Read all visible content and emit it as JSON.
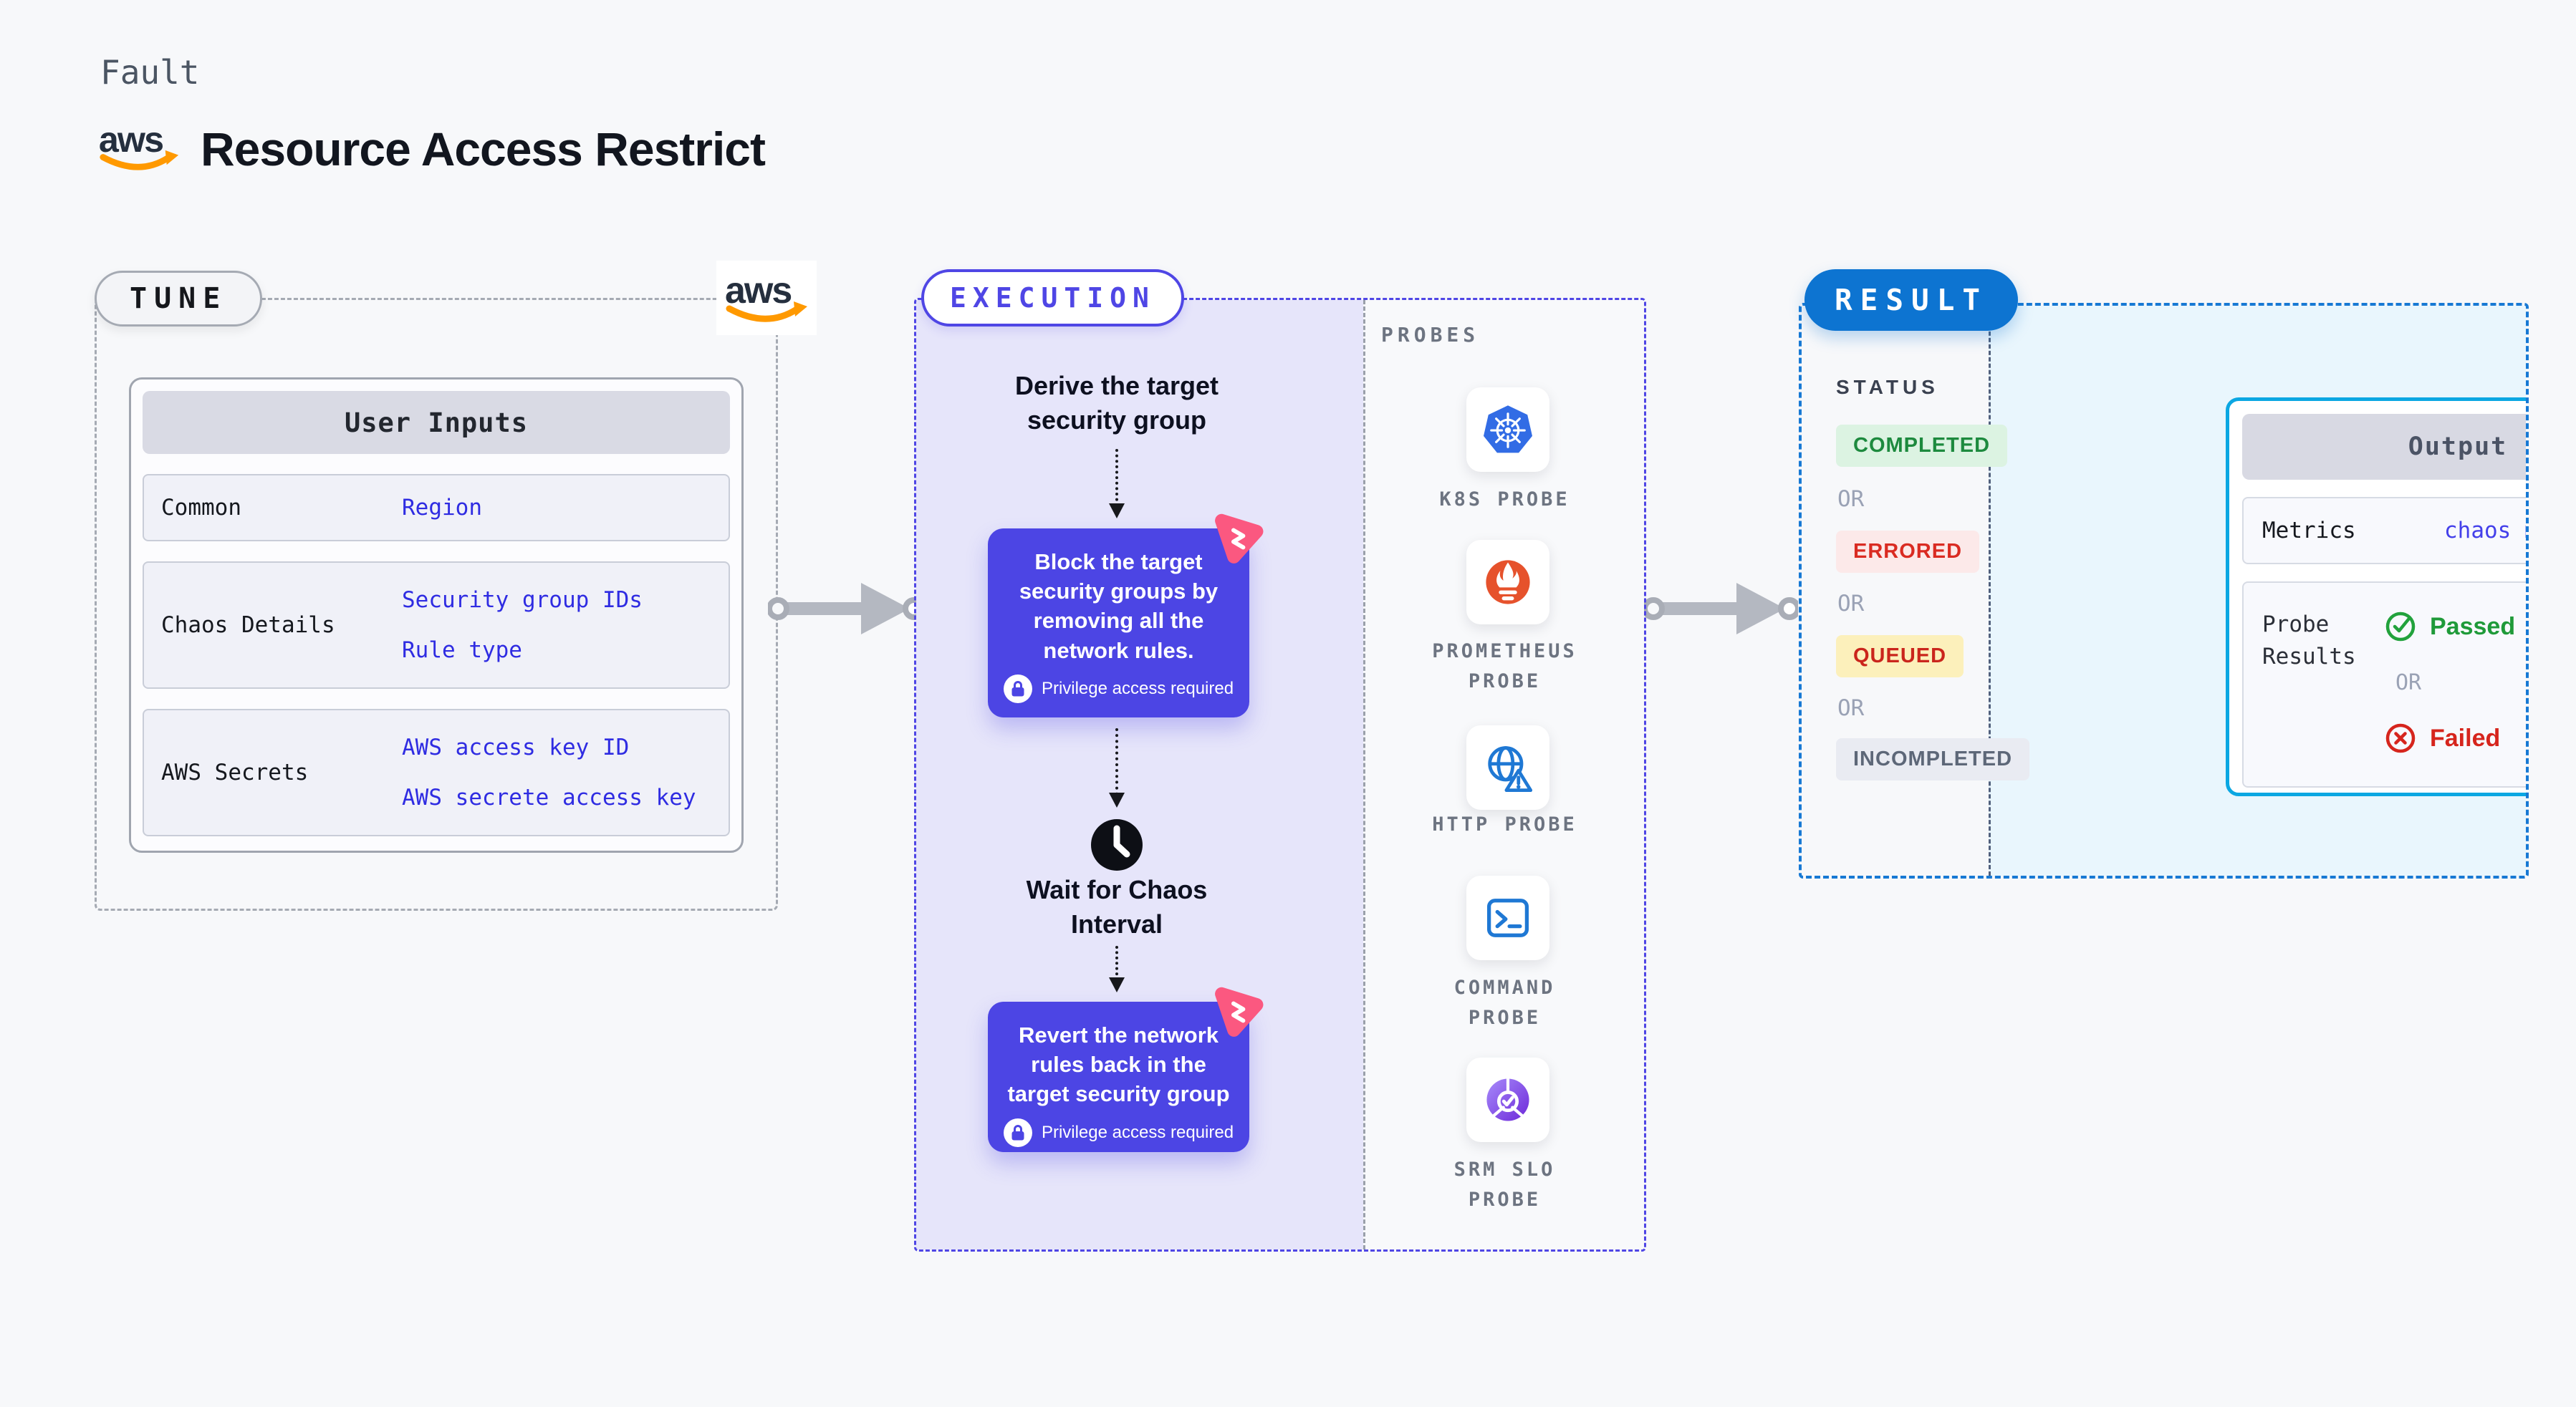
{
  "header": {
    "fault_label": "Fault",
    "title": "Resource Access Restrict"
  },
  "logos": {
    "aws_word": "aws"
  },
  "tune": {
    "badge": "TUNE",
    "table": {
      "header": "User Inputs",
      "rows": [
        {
          "label": "Common",
          "values": [
            "Region"
          ]
        },
        {
          "label": "Chaos Details",
          "values": [
            "Security group IDs",
            "Rule type"
          ]
        },
        {
          "label": "AWS Secrets",
          "values": [
            "AWS access key ID",
            "AWS secrete access key"
          ]
        }
      ]
    }
  },
  "execution": {
    "badge": "EXECUTION",
    "flow": {
      "derive": "Derive the target\nsecurity group",
      "block": "Block the target\nsecurity groups by\nremoving all the\nnetwork rules.",
      "privilege": "Privilege access required",
      "wait": "Wait for Chaos\nInterval",
      "revert": "Revert the network\nrules back in the\ntarget security group"
    },
    "probes": {
      "title": "PROBES",
      "items": [
        {
          "label": "K8S PROBE",
          "icon": "kubernetes-icon"
        },
        {
          "label": "PROMETHEUS\nPROBE",
          "icon": "prometheus-icon"
        },
        {
          "label": "HTTP PROBE",
          "icon": "http-icon"
        },
        {
          "label": "COMMAND\nPROBE",
          "icon": "command-icon"
        },
        {
          "label": "SRM SLO\nPROBE",
          "icon": "srm-slo-icon"
        }
      ]
    }
  },
  "result": {
    "badge": "RESULT",
    "status": {
      "title": "STATUS",
      "or": "OR",
      "badges": [
        {
          "label": "COMPLETED",
          "fg": "#1d8a3e",
          "bg": "#dcf3e2"
        },
        {
          "label": "ERRORED",
          "fg": "#da2b22",
          "bg": "#fce9e9"
        },
        {
          "label": "QUEUED",
          "fg": "#ca251c",
          "bg": "#fcf0bb"
        },
        {
          "label": "INCOMPLETED",
          "fg": "#5d6778",
          "bg": "#e9ebf2"
        }
      ]
    },
    "output": {
      "header": "Output",
      "metrics_label": "Metrics",
      "metrics_value": "chaos metrics",
      "probe_label": "Probe\nResults",
      "passed": "Passed",
      "or": "OR",
      "failed": "Failed"
    }
  },
  "colors": {
    "page_bg": "#f7f8fa",
    "indigo": "#4f46e5",
    "lavender_bg": "#e6e5fa",
    "probes_bg": "#f8f9fb",
    "result_blue": "#0d74d1",
    "result_border": "#1779d4",
    "cyan_bg": "#e9f6fd",
    "cyan_border": "#0ba7e2",
    "value_blue": "#2f2ce2",
    "aws_orange": "#ff9900",
    "pink_chaos": "#fb5880",
    "k8s_blue": "#326ce5",
    "prometheus_orange": "#e6522c",
    "probe_icon_blue": "#1f78d4",
    "srm_purple": "#7c3aed"
  }
}
